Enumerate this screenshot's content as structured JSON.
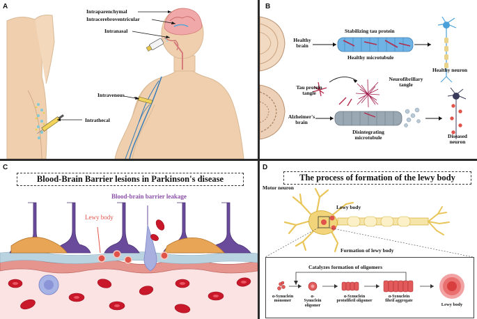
{
  "panels": {
    "a": {
      "letter": "A",
      "labels": {
        "intraparenchymal": "Intraparenchymal",
        "intracerebroventricular": "Intracerebroventricular",
        "intranasal": "Intranasal",
        "intravenous": "Intravenous",
        "intrathecal": "Intrathecal"
      }
    },
    "b": {
      "letter": "B",
      "labels": {
        "healthy_brain": "Healthy\nbrain",
        "stabilizing_tau": "Stabilizing tau protein",
        "healthy_microtubule": "Healthy microtubule",
        "healthy_neuron": "Healthy neuron",
        "tau_tangle": "Tau protein\ntangle",
        "nft": "Neurofibrillary\ntangle",
        "alz_brain": "Alzheimer's\nbrain",
        "disintegrating": "Disintegrating\nmicrotubule",
        "diseased_neuron": "Diseased\nneuron"
      }
    },
    "c": {
      "letter": "C",
      "title": "Blood-Brain Barrier lesions in Parkinson's disease",
      "leakage": "Blood-brain barrier leakage",
      "lewy_body": "Lewy body"
    },
    "d": {
      "letter": "D",
      "title": "The process of formation of the lewy body",
      "motor_neuron": "Motor neuron",
      "lewy_body_label": "Lewy body",
      "formation": "Formation of lewy body",
      "catalyzes": "Catalyzes formation of oligomers",
      "stages": [
        "α-Synuclein\nmonomer",
        "α-\nSynuclein\noligomer",
        "α-Synuclein\nprotofibril oligomer",
        "α-Synuclein\nfibril aggregate",
        "Lewy body"
      ]
    }
  },
  "colors": {
    "skin": "#efcfae",
    "vessel": "#2f78b8",
    "purple": "#6a4a9a",
    "title_purple": "#8b4fa8",
    "lewy_red": "#e0534a",
    "rbc": "#c8182a",
    "neuron_yellow": "#f2d57a"
  }
}
